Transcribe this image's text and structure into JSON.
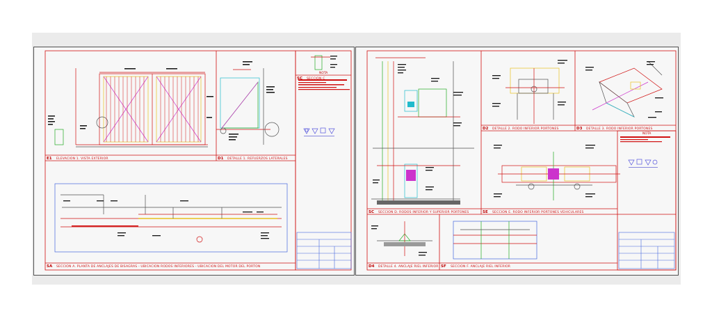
{
  "sheets": [
    {
      "id": "left",
      "panels": [
        {
          "code": "E1",
          "title": "ELEVACION 1. VISTA EXTERIOR"
        },
        {
          "code": "D1",
          "title": "DETALLE 1. REFUERZOS LATERALES"
        },
        {
          "code": "SC",
          "title": "SECCION C"
        },
        {
          "code": "SA",
          "title": "SECCION A. PLANTA DE ANCLAJES DE BISAGRAS - UBICACION RODOS INFERIORES - UBICACION DEL MOTOR DEL PORTON"
        }
      ],
      "nota_label": "NOTA"
    },
    {
      "id": "right",
      "panels": [
        {
          "code": "SC",
          "title": "SECCION D. RODOS INFERIOR Y SUPERIOR PORTONES"
        },
        {
          "code": "D2",
          "title": "DETALLE 2. RODO INFERIOR PORTONES"
        },
        {
          "code": "D3",
          "title": "DETALLE 3. RODO INFERIOR PORTONES"
        },
        {
          "code": "SE",
          "title": "SECCION E. RODO INFERIOR PORTONES VEHICULARES"
        },
        {
          "code": "D4",
          "title": "DETALLE 4. ANCLAJE RIEL INFERIOR"
        },
        {
          "code": "SF",
          "title": "SECCION F. ANCLAJE RIEL INFERIOR"
        }
      ],
      "nota_label": "NOTA"
    }
  ],
  "colors": {
    "border": "#505050",
    "frame": "#d01010",
    "magenta": "#cc33cc",
    "yellow": "#e8c020",
    "green": "#22aa22",
    "cyan": "#22bbcc",
    "blue": "#4466dd",
    "text": "#111111"
  }
}
